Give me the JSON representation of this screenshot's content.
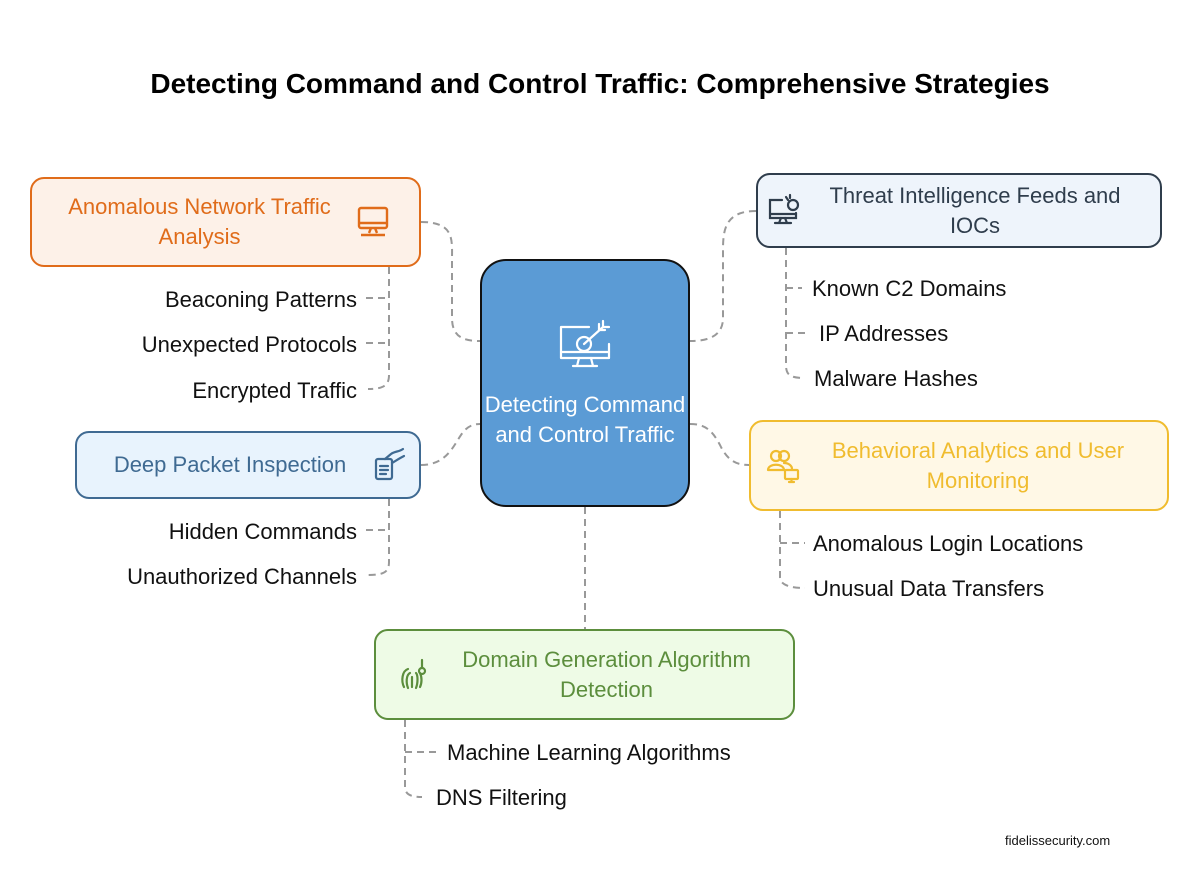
{
  "title": "Detecting Command and Control Traffic: Comprehensive Strategies",
  "center": {
    "label": "Detecting Command and Control Traffic",
    "icon": "monitor-target-icon",
    "color": "#5b9bd5"
  },
  "branches": [
    {
      "id": "anomalous",
      "label": "Anomalous Network Traffic Analysis",
      "icon": "monitor-icon",
      "color": "#e06c1a",
      "children": [
        "Beaconing Patterns",
        "Unexpected Protocols",
        "Encrypted Traffic"
      ]
    },
    {
      "id": "threat",
      "label": "Threat Intelligence Feeds and IOCs",
      "icon": "monitor-search-icon",
      "color": "#2f3d4c",
      "children": [
        "Known C2 Domains",
        "IP Addresses",
        "Malware Hashes"
      ]
    },
    {
      "id": "dpi",
      "label": "Deep Packet Inspection",
      "icon": "document-hand-icon",
      "color": "#3f6a92",
      "children": [
        "Hidden Commands",
        "Unauthorized Channels"
      ]
    },
    {
      "id": "behav",
      "label": "Behavioral Analytics and User Monitoring",
      "icon": "users-monitor-icon",
      "color": "#f0bc2f",
      "children": [
        "Anomalous Login Locations",
        "Unusual Data Transfers"
      ]
    },
    {
      "id": "dga",
      "label": "Domain Generation Algorithm Detection",
      "icon": "fingerprint-hook-icon",
      "color": "#5c8e3d",
      "children": [
        "Machine Learning Algorithms",
        "DNS Filtering"
      ]
    }
  ],
  "footer": "fidelissecurity.com"
}
